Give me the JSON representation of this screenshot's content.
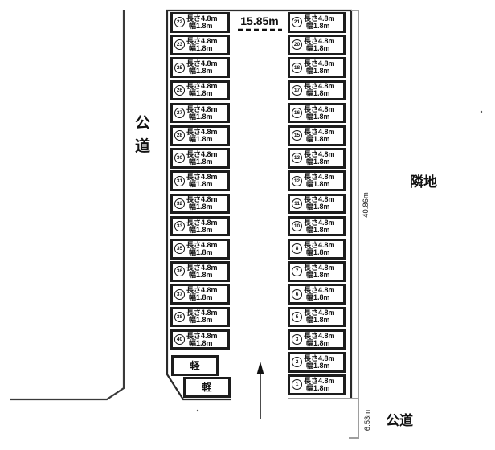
{
  "dimensions": {
    "top_width": "15.85m",
    "side_height": "40.86m",
    "bottom_offset": "6.53m"
  },
  "surroundings": {
    "left_road": "公道",
    "bottom_road": "公道",
    "adjacent_land": "隣地"
  },
  "stall": {
    "length_label": "長さ4.8m",
    "width_label": "幅1.8m",
    "kei_label": "軽"
  },
  "columns": {
    "left_numbers": [
      "22",
      "23",
      "25",
      "26",
      "27",
      "28",
      "30",
      "31",
      "32",
      "33",
      "35",
      "36",
      "37",
      "38",
      "40"
    ],
    "right_numbers": [
      "21",
      "20",
      "18",
      "17",
      "16",
      "15",
      "13",
      "12",
      "11",
      "10",
      "8",
      "7",
      "6",
      "5",
      "3",
      "2",
      "1"
    ],
    "kei_count": 2
  },
  "colors": {
    "boundary": "#2a2a2a",
    "road_line": "#3a3a3a",
    "measure_line": "#9e9e9e",
    "box_border": "#1c1c1c"
  }
}
